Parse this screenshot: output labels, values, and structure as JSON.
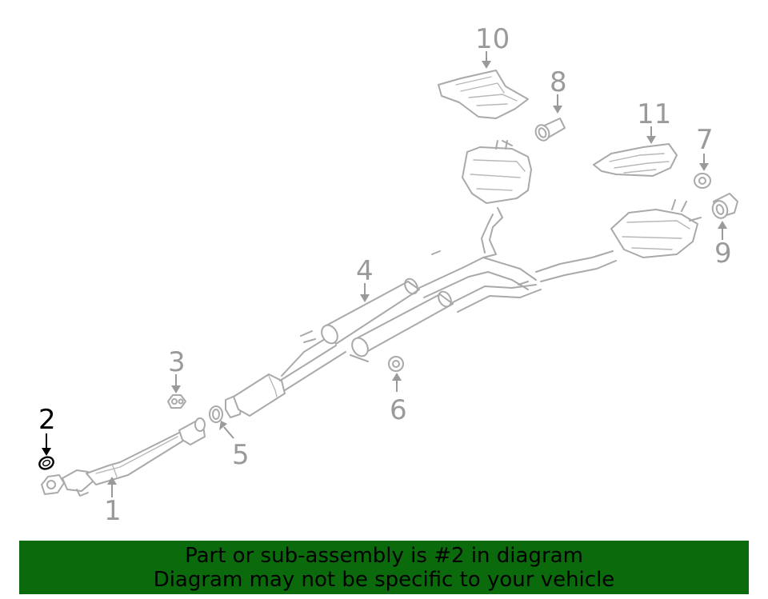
{
  "callouts": [
    {
      "id": "1",
      "label": "1",
      "active": false
    },
    {
      "id": "2",
      "label": "2",
      "active": true
    },
    {
      "id": "3",
      "label": "3",
      "active": false
    },
    {
      "id": "4",
      "label": "4",
      "active": false
    },
    {
      "id": "5",
      "label": "5",
      "active": false
    },
    {
      "id": "6",
      "label": "6",
      "active": false
    },
    {
      "id": "7",
      "label": "7",
      "active": false
    },
    {
      "id": "8",
      "label": "8",
      "active": false
    },
    {
      "id": "9",
      "label": "9",
      "active": false
    },
    {
      "id": "10",
      "label": "10",
      "active": false
    },
    {
      "id": "11",
      "label": "11",
      "active": false
    }
  ],
  "banner": {
    "line1": "Part or sub-assembly is #2 in diagram",
    "line2": "Diagram may not be specific to your vehicle"
  },
  "colors": {
    "banner_background": "#0b6a0b",
    "part_stroke": "#a9a9a9",
    "highlight": "#000000"
  }
}
